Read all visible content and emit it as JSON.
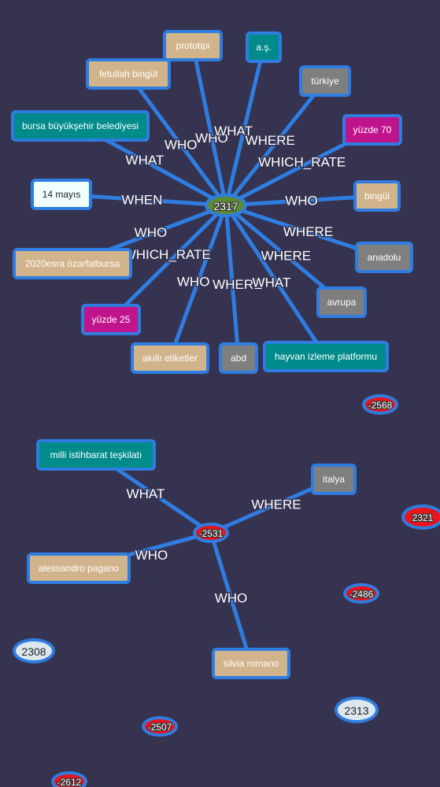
{
  "colors": {
    "background": "#353350",
    "edge": "#2f7de0",
    "who": "#d2b48c",
    "org_what": "#008b8b",
    "where": "#7f7f7f",
    "rate": "#c0148c",
    "when": "#f0ffff",
    "event_green": "#5b8c32",
    "event_red": "#e8141e",
    "event_light": "#dde8ee"
  },
  "events": [
    {
      "id": "2317",
      "color": "event_green"
    },
    {
      "id": "-2531",
      "color": "event_red"
    },
    {
      "id": "-2568",
      "color": "event_red"
    },
    {
      "id": "2321",
      "color": "event_red"
    },
    {
      "id": "-2486",
      "color": "event_red"
    },
    {
      "id": "2308",
      "color": "event_light"
    },
    {
      "id": "2313",
      "color": "event_light"
    },
    {
      "id": "-2507",
      "color": "event_red"
    },
    {
      "id": "-2612",
      "color": "event_red"
    }
  ],
  "entities": [
    {
      "id": "prototipi",
      "label": "prototipi",
      "type": "who"
    },
    {
      "id": "as",
      "label": "a.ş.",
      "type": "org_what"
    },
    {
      "id": "fetullah",
      "label": "fetullah bingül",
      "type": "who"
    },
    {
      "id": "turkiye",
      "label": "türkiye",
      "type": "where"
    },
    {
      "id": "bursa",
      "label": "bursa büyükşehir belediyesi",
      "type": "org_what"
    },
    {
      "id": "yuzde70",
      "label": "yüzde 70",
      "type": "rate"
    },
    {
      "id": "mayis",
      "label": "14 mayıs",
      "type": "when"
    },
    {
      "id": "bingul",
      "label": "bingül",
      "type": "who"
    },
    {
      "id": "esra",
      "label": "2020esra özarfatbursa",
      "type": "who"
    },
    {
      "id": "anadolu",
      "label": "anadolu",
      "type": "where"
    },
    {
      "id": "avrupa",
      "label": "avrupa",
      "type": "where"
    },
    {
      "id": "yuzde25",
      "label": "yüzde 25",
      "type": "rate"
    },
    {
      "id": "akilli",
      "label": "akıllı etiketler",
      "type": "who"
    },
    {
      "id": "abd",
      "label": "abd",
      "type": "where"
    },
    {
      "id": "hayvan",
      "label": "hayvan izleme platformu",
      "type": "org_what"
    },
    {
      "id": "mit",
      "label": "milli istihbarat teşkilatı",
      "type": "org_what"
    },
    {
      "id": "italya",
      "label": "italya",
      "type": "where"
    },
    {
      "id": "pagano",
      "label": "alessandro pagano",
      "type": "who"
    },
    {
      "id": "romano",
      "label": "silvia romano",
      "type": "who"
    }
  ],
  "relations": [
    {
      "event": "2317",
      "entity": "prototipi",
      "label": "WHO"
    },
    {
      "event": "2317",
      "entity": "as",
      "label": "WHAT"
    },
    {
      "event": "2317",
      "entity": "fetullah",
      "label": "WHO"
    },
    {
      "event": "2317",
      "entity": "turkiye",
      "label": "WHERE"
    },
    {
      "event": "2317",
      "entity": "bursa",
      "label": "WHAT"
    },
    {
      "event": "2317",
      "entity": "yuzde70",
      "label": "WHICH_RATE"
    },
    {
      "event": "2317",
      "entity": "mayis",
      "label": "WHEN"
    },
    {
      "event": "2317",
      "entity": "bingul",
      "label": "WHO"
    },
    {
      "event": "2317",
      "entity": "esra",
      "label": "WHO"
    },
    {
      "event": "2317",
      "entity": "anadolu",
      "label": "WHERE"
    },
    {
      "event": "2317",
      "entity": "avrupa",
      "label": "WHERE"
    },
    {
      "event": "2317",
      "entity": "yuzde25",
      "label": "WHICH_RATE"
    },
    {
      "event": "2317",
      "entity": "akilli",
      "label": "WHO"
    },
    {
      "event": "2317",
      "entity": "abd",
      "label": "WHERE"
    },
    {
      "event": "2317",
      "entity": "hayvan",
      "label": "WHAT"
    },
    {
      "event": "-2531",
      "entity": "mit",
      "label": "WHAT"
    },
    {
      "event": "-2531",
      "entity": "italya",
      "label": "WHERE"
    },
    {
      "event": "-2531",
      "entity": "pagano",
      "label": "WHO"
    },
    {
      "event": "-2531",
      "entity": "romano",
      "label": "WHO"
    }
  ]
}
